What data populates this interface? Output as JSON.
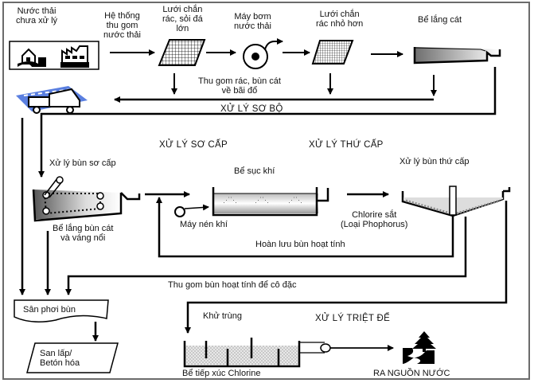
{
  "diagram": {
    "title": "",
    "sections": {
      "preliminary": "XỬ LÝ SƠ BỘ",
      "primary": "XỬ LÝ SƠ CẤP",
      "secondary": "XỬ LÝ THỨ CẤP",
      "tertiary": "XỬ LÝ TRIỆT ĐỂ"
    },
    "nodes": {
      "raw_wastewater": [
        "Nước thải",
        "chưa xử lý"
      ],
      "collection_system": [
        "Hệ thống",
        "thu gom",
        "nước thải"
      ],
      "coarse_screen": [
        "Lưới chắn",
        "rác, sỏi đá",
        "lớn"
      ],
      "pump": [
        "Máy bơm",
        "nước thải"
      ],
      "fine_screen": [
        "Lưới chắn",
        "rác nhỏ hơn"
      ],
      "grit_chamber": [
        "Bể lắng cát"
      ],
      "screenings_disposal": [
        "Thu gom rác, bùn cát",
        "về bãi đổ"
      ],
      "primary_sludge": [
        "Xử lý bùn sơ cấp"
      ],
      "primary_clarifier": [
        "Bể lắng bùn cát",
        "và váng nổi"
      ],
      "aeration_tank": [
        "Bể sục khí"
      ],
      "air_compressor": [
        "Máy nén khí"
      ],
      "secondary_sludge": [
        "Xử lý bùn thứ cấp"
      ],
      "ferric_chloride": [
        "Chlorire sắt",
        "(Loại Phophorus)"
      ],
      "return_sludge": [
        "Hoàn lưu bùn hoạt tính"
      ],
      "thickening": [
        "Thu gom bùn hoạt tính để cô đặc"
      ],
      "drying_bed": [
        "Sân phơi bùn"
      ],
      "landfill": [
        "San lấp/",
        "Betón hóa"
      ],
      "disinfection": [
        "Khử trùng"
      ],
      "chlorine_contact": [
        "Bể tiếp xúc Chlorine"
      ],
      "discharge": [
        "RA NGUỒN NƯỚC"
      ]
    },
    "colors": {
      "line": "#000000",
      "frame": "#6b6b6b",
      "truck_blue": "#5a7fe0"
    }
  }
}
